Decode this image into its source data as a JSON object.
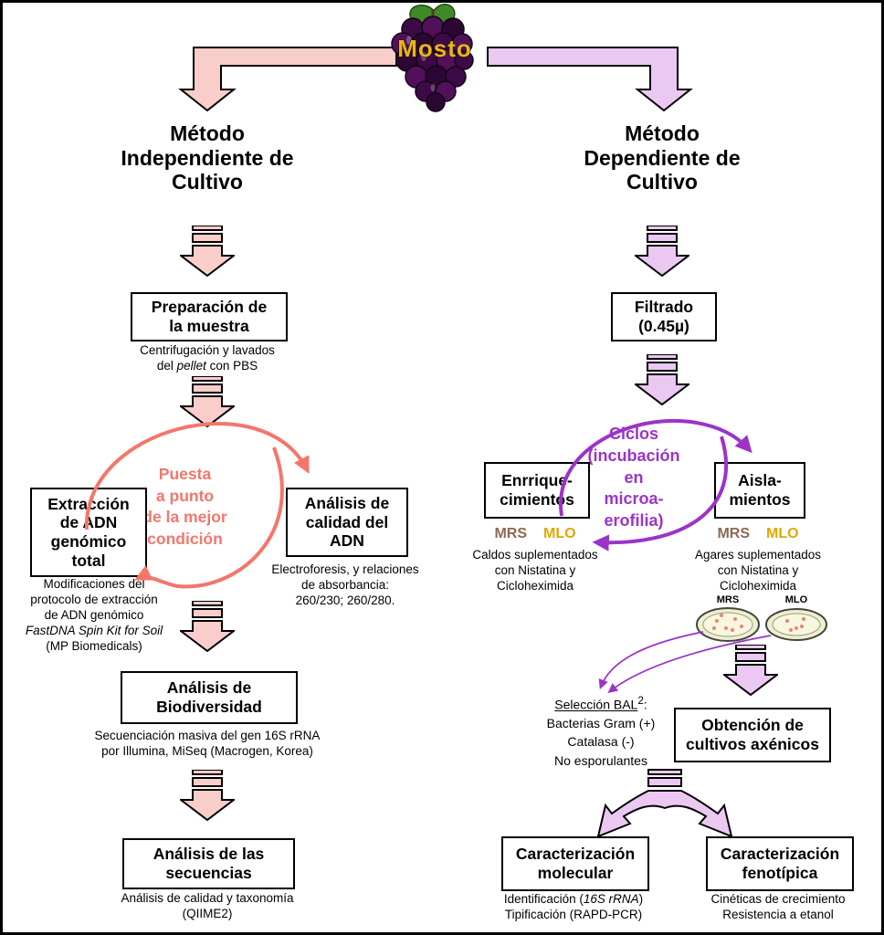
{
  "colors": {
    "pink_fill": "#f9cdc9",
    "lilac_fill": "#eac8f2",
    "salmon": "#f4766b",
    "purple": "#9c33c9",
    "mrs_brown": "#8c6a52",
    "mlo_gold": "#dfa900",
    "mosto_gold": "#e9b517"
  },
  "top": {
    "mosto_label": "Mosto"
  },
  "left_branch": {
    "title": "Método\nIndependiente de\nCultivo",
    "prep": {
      "label": "Preparación de\nla muestra",
      "note_line1": "Centrifugación y lavados",
      "note_line2_pre": "del ",
      "note_line2_italic": "pellet",
      "note_line2_post": " con PBS"
    },
    "cycle_label": "Puesta\na punto\nde la mejor\ncondición",
    "extraction": {
      "label": "Extracción\nde ADN\ngenómico\ntotal",
      "note_lines": "Modificaciones del\nprotocolo de extracción\nde ADN genómico",
      "note_italic": "FastDNA Spin Kit for Soil",
      "note_last": "(MP Biomedicals)"
    },
    "quality": {
      "label": "Análisis de\ncalidad del\nADN",
      "note": "Electroforesis, y relaciones\nde absorbancia:\n260/230; 260/280."
    },
    "biodiversity": {
      "label": "Análisis de\nBiodiversidad",
      "note": "Secuenciación masiva del gen 16S rRNA\npor Illumina, MiSeq (Macrogen, Korea)"
    },
    "sequences": {
      "label": "Análisis de las\nsecuencias",
      "note": "Análisis de calidad y taxonomía\n(QIIME2)"
    }
  },
  "right_branch": {
    "title": "Método\nDependiente de\nCultivo",
    "filter": {
      "label": "Filtrado\n(0.45µ)"
    },
    "cycle_label": "Ciclos\n(incubación\nen\nmicroa-\nerofilia)",
    "enrichment": {
      "label": "Enrrique-\ncimientos",
      "mrs": "MRS",
      "mlo": "MLO",
      "note": "Caldos suplementados\ncon Nistatina y\nCicloheximida"
    },
    "isolation": {
      "label": "Aisla-\nmientos",
      "mrs": "MRS",
      "mlo": "MLO",
      "note": "Agares suplementados\ncon Nistatina y\nCicloheximida"
    },
    "dishes": {
      "mrs_label": "MRS",
      "mlo_label": "MLO"
    },
    "selection": {
      "underlined": "Selección BAL",
      "sup": "2",
      "colon": ":",
      "lines": "Bacterias Gram (+)\nCatalasa (-)\nNo esporulantes"
    },
    "axenic": {
      "label": "Obtención de\ncultivos axénicos"
    },
    "molecular": {
      "label": "Caracterización\nmolecular",
      "note_l1_pre": "Identificación (",
      "note_l1_italic": "16S rRNA",
      "note_l1_post": ")",
      "note_l2": "Tipificación (RAPD-PCR)"
    },
    "phenotypic": {
      "label": "Caracterización\nfenotípica",
      "note": "Cinéticas de crecimiento\nResistencia a etanol"
    }
  }
}
